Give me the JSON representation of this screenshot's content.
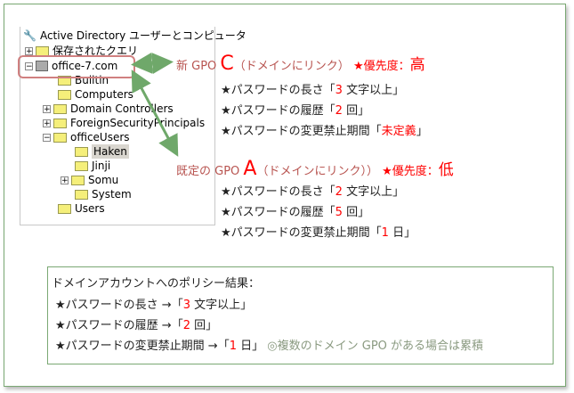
{
  "tree": {
    "root": "Active Directory ユーザーとコンピュータ",
    "saved": "保存されたクエリ",
    "domain": "office-7.com",
    "items": [
      "Builtin",
      "Computers",
      "Domain Controllers",
      "ForeignSecurityPrincipals",
      "officeUsers",
      "Haken",
      "Jinji",
      "Somu",
      "System",
      "Users"
    ]
  },
  "gpo_c": {
    "prefix": "新 GPO",
    "letter": "C",
    "link": "（ドメインにリンク）",
    "priority": "★優先度：",
    "level": "高",
    "rules": [
      {
        "label": "★パスワードの長さ",
        "value": "3",
        "unit": " 文字以上"
      },
      {
        "label": "★パスワードの履歴",
        "value": "2",
        "unit": " 回"
      },
      {
        "label": "★パスワードの変更禁止期間",
        "value": "未定義",
        "unit": ""
      }
    ]
  },
  "gpo_a": {
    "prefix": "既定の GPO",
    "letter": "A",
    "link": "（ドメインにリンク））",
    "priority": "★優先度：",
    "level": "低",
    "rules": [
      {
        "label": "★パスワードの長さ",
        "value": "2",
        "unit": " 文字以上"
      },
      {
        "label": "★パスワードの履歴",
        "value": "5",
        "unit": " 回"
      },
      {
        "label": "★パスワードの変更禁止期間",
        "value": "1",
        "unit": " 日"
      }
    ]
  },
  "result": {
    "title": "ドメインアカウントへのポリシー結果：",
    "rules": [
      {
        "label": "★パスワードの長さ →",
        "value": "3",
        "unit": " 文字以上"
      },
      {
        "label": "★パスワードの履歴 →",
        "value": "2",
        "unit": " 回"
      },
      {
        "label": "★パスワードの変更禁止期間 →",
        "value": "1",
        "unit": " 日"
      }
    ],
    "note": "◎複数のドメイン GPO がある場合は累積"
  },
  "brackets": {
    "open": "「",
    "close": "」"
  }
}
